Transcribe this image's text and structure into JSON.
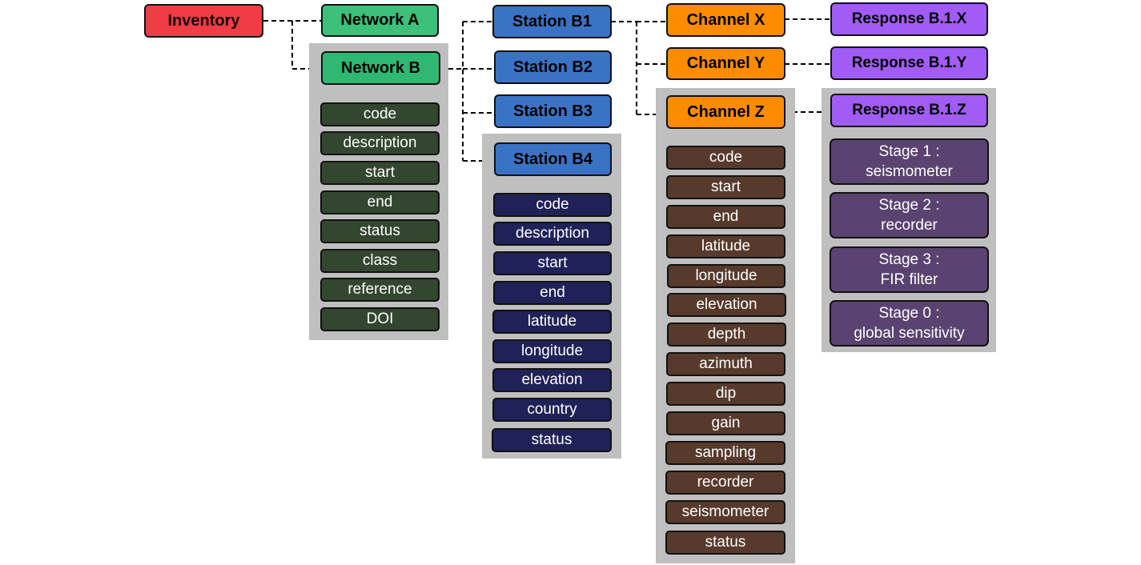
{
  "colors": {
    "inventory": "#f03c45",
    "network": "#2eb872",
    "station": "#3a72c4",
    "channel": "#ff8c00",
    "response": "#a05cf5",
    "network_attr": "#33462f",
    "station_attr": "#1f2157",
    "channel_attr": "#573a2c",
    "stage": "#5a4370",
    "panel": "#bfbfbf"
  },
  "inventory": {
    "label": "Inventory"
  },
  "networks": [
    {
      "label": "Network A"
    },
    {
      "label": "Network B"
    }
  ],
  "network_attributes": [
    "code",
    "description",
    "start",
    "end",
    "status",
    "class",
    "reference",
    "DOI"
  ],
  "stations": [
    {
      "label": "Station B1"
    },
    {
      "label": "Station B2"
    },
    {
      "label": "Station B3"
    },
    {
      "label": "Station B4"
    }
  ],
  "station_attributes": [
    "code",
    "description",
    "start",
    "end",
    "latitude",
    "longitude",
    "elevation",
    "country",
    "status"
  ],
  "channels": [
    {
      "label": "Channel X"
    },
    {
      "label": "Channel Y"
    },
    {
      "label": "Channel Z"
    }
  ],
  "channel_attributes": [
    "code",
    "start",
    "end",
    "latitude",
    "longitude",
    "elevation",
    "depth",
    "azimuth",
    "dip",
    "gain",
    "sampling",
    "recorder",
    "seismometer",
    "status"
  ],
  "responses": [
    {
      "label": "Response B.1.X"
    },
    {
      "label": "Response B.1.Y"
    },
    {
      "label": "Response B.1.Z"
    }
  ],
  "stages": [
    {
      "line1": "Stage 1 :",
      "line2": "seismometer"
    },
    {
      "line1": "Stage 2 :",
      "line2": "recorder"
    },
    {
      "line1": "Stage 3 :",
      "line2": "FIR filter"
    },
    {
      "line1": "Stage 0 :",
      "line2": "global sensitivity"
    }
  ]
}
